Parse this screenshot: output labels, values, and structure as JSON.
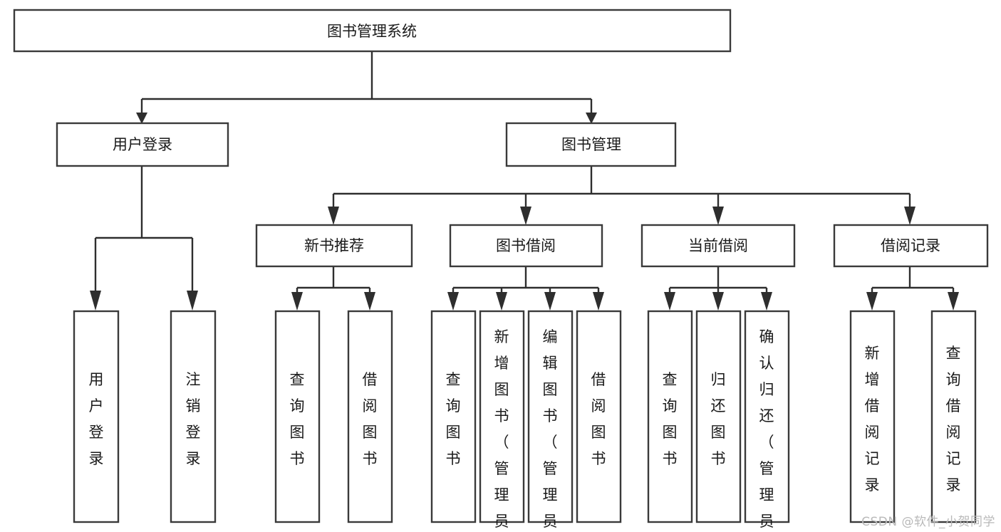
{
  "diagram": {
    "type": "tree",
    "title": "图书管理系统",
    "root": {
      "id": "root",
      "label": "图书管理系统",
      "orientation": "horizontal"
    },
    "level2": [
      {
        "id": "user-login",
        "label": "用户登录",
        "orientation": "horizontal"
      },
      {
        "id": "book-management",
        "label": "图书管理",
        "orientation": "horizontal"
      }
    ],
    "level3": [
      {
        "id": "new-book-recommend",
        "label": "新书推荐",
        "orientation": "horizontal",
        "parent": "book-management"
      },
      {
        "id": "book-borrow",
        "label": "图书借阅",
        "orientation": "horizontal",
        "parent": "book-management"
      },
      {
        "id": "current-borrow",
        "label": "当前借阅",
        "orientation": "horizontal",
        "parent": "book-management"
      },
      {
        "id": "borrow-record",
        "label": "借阅记录",
        "orientation": "horizontal",
        "parent": "book-management"
      }
    ],
    "leaves": [
      {
        "id": "leaf-user-login",
        "label": "用户登录",
        "orientation": "vertical",
        "parent": "user-login",
        "align": "middle"
      },
      {
        "id": "leaf-logout-login",
        "label": "注销登录",
        "orientation": "vertical",
        "parent": "user-login",
        "align": "middle"
      },
      {
        "id": "leaf-query-book-1",
        "label": "查询图书",
        "orientation": "vertical",
        "parent": "new-book-recommend",
        "align": "middle"
      },
      {
        "id": "leaf-borrow-book-1",
        "label": "借阅图书",
        "orientation": "vertical",
        "parent": "new-book-recommend",
        "align": "middle"
      },
      {
        "id": "leaf-query-book-2",
        "label": "查询图书",
        "orientation": "vertical",
        "parent": "book-borrow",
        "align": "middle"
      },
      {
        "id": "leaf-add-book-admin",
        "label": "新增图书（管理员）",
        "orientation": "vertical",
        "parent": "book-borrow",
        "align": "top"
      },
      {
        "id": "leaf-edit-book-admin",
        "label": "编辑图书（管理员）",
        "orientation": "vertical",
        "parent": "book-borrow",
        "align": "top"
      },
      {
        "id": "leaf-borrow-book-2",
        "label": "借阅图书",
        "orientation": "vertical",
        "parent": "book-borrow",
        "align": "middle"
      },
      {
        "id": "leaf-query-book-3",
        "label": "查询图书",
        "orientation": "vertical",
        "parent": "current-borrow",
        "align": "middle"
      },
      {
        "id": "leaf-return-book",
        "label": "归还图书",
        "orientation": "vertical",
        "parent": "current-borrow",
        "align": "middle"
      },
      {
        "id": "leaf-confirm-return-admin",
        "label": "确认归还（管理员）",
        "orientation": "vertical",
        "parent": "current-borrow",
        "align": "top"
      },
      {
        "id": "leaf-add-borrow-record",
        "label": "新增借阅记录",
        "orientation": "vertical",
        "parent": "borrow-record",
        "align": "middle"
      },
      {
        "id": "leaf-query-borrow-record",
        "label": "查询借阅记录",
        "orientation": "vertical",
        "parent": "borrow-record",
        "align": "middle"
      }
    ],
    "colors": {
      "box_stroke": "#3a3a3a",
      "connector": "#2e2e2e",
      "text": "#1a1a1a",
      "background": "#ffffff",
      "watermark": "#b9b9b9"
    }
  },
  "watermark": {
    "text": "CSDN @软件_小贺同学"
  }
}
